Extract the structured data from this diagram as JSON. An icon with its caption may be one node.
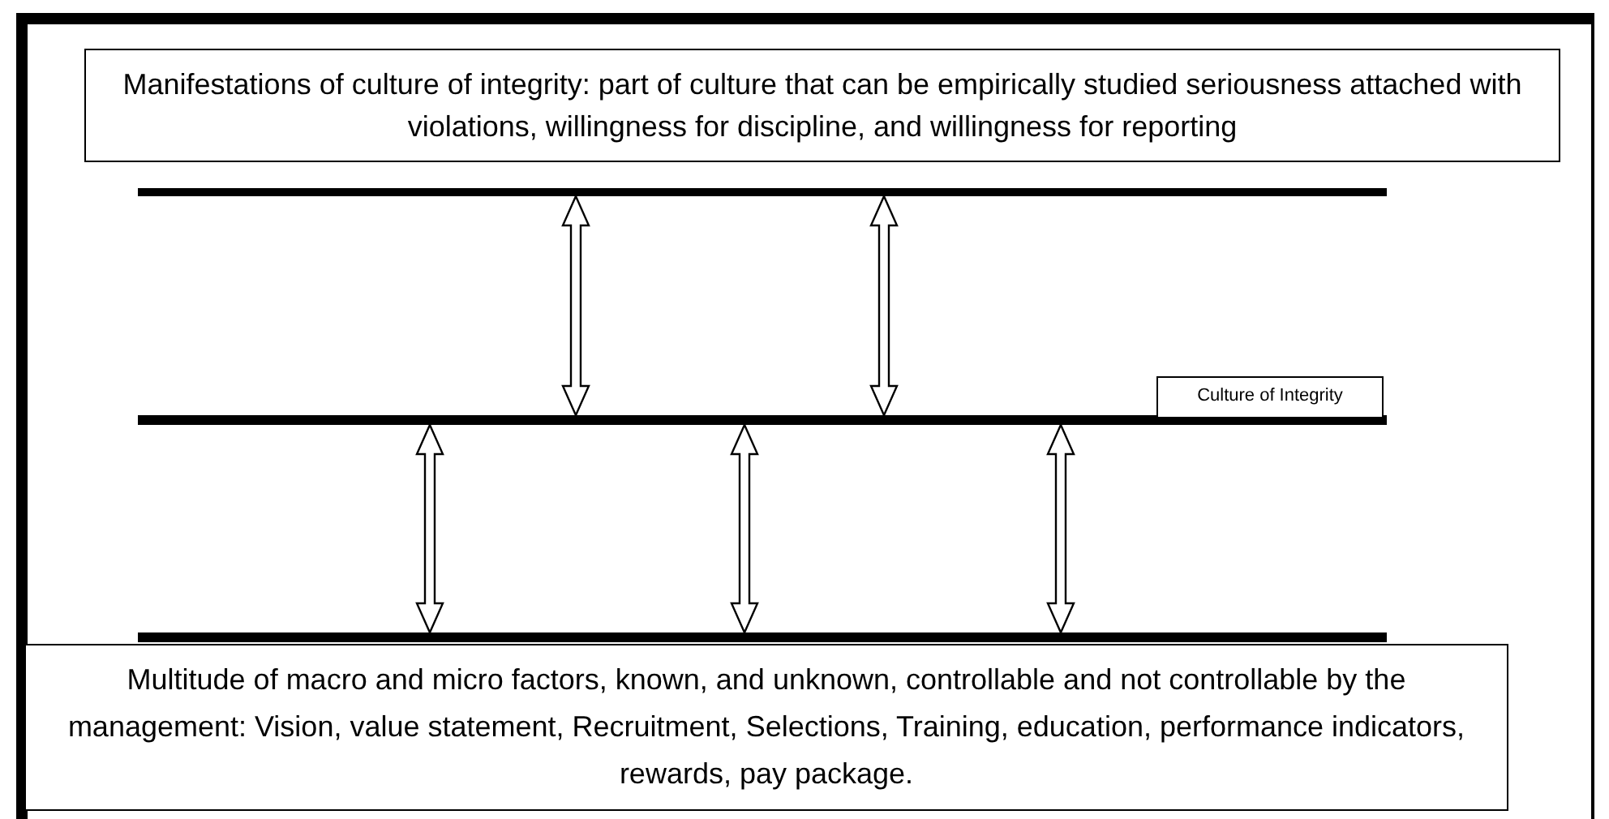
{
  "diagram": {
    "nodes": [
      {
        "text": [
          "Manifestations of culture of integrity: part of culture that can be empirically studied seriousness attached with violations, willingness for discipline, and willingness for reporting"
        ]
      },
      {
        "text": [],
        "shape": "bar"
      },
      {
        "text": [],
        "shape": "bar"
      },
      {
        "text": [
          "Culture of Integrity"
        ]
      },
      {
        "text": [],
        "shape": "bar"
      },
      {
        "text": [
          "Multitude of macro and micro factors, known, and unknown, controllable and not controllable by the management: Vision, value statement, Recruitment, Selections, Training, education, performance indicators, rewards, pay package."
        ]
      }
    ],
    "edges": [
      {
        "from": 1,
        "to": 2,
        "arrow": "both"
      },
      {
        "from": 1,
        "to": 2,
        "arrow": "both"
      },
      {
        "from": 2,
        "to": 4,
        "arrow": "both"
      },
      {
        "from": 2,
        "to": 4,
        "arrow": "both"
      },
      {
        "from": 2,
        "to": 4,
        "arrow": "both"
      }
    ]
  }
}
